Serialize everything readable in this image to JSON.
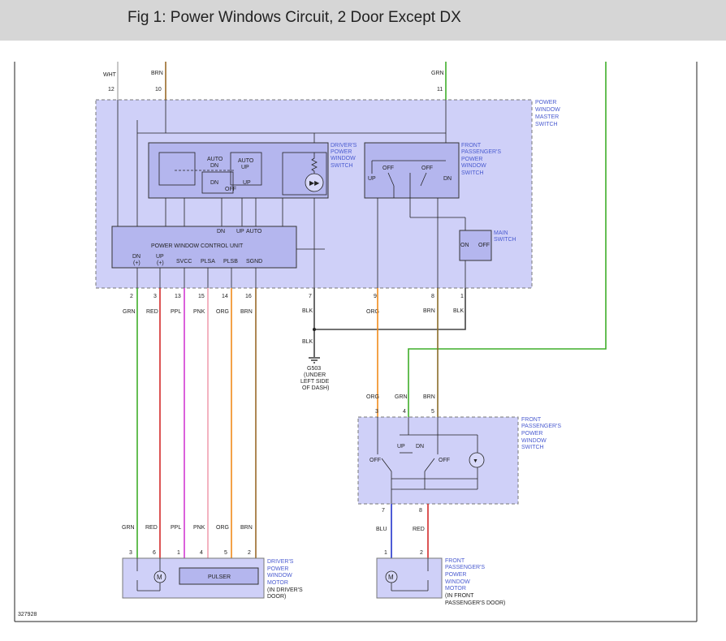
{
  "header": {
    "title": "Fig 1: Power Windows Circuit, 2 Door Except DX"
  },
  "diagram_id": "327928",
  "components": {
    "master_switch": {
      "l1": "POWER",
      "l2": "WINDOW",
      "l3": "MASTER",
      "l4": "SWITCH"
    },
    "driver_switch": {
      "l1": "DRIVER'S",
      "l2": "POWER",
      "l3": "WINDOW",
      "l4": "SWITCH"
    },
    "front_pass_switch_master": {
      "l1": "FRONT",
      "l2": "PASSENGER'S",
      "l3": "POWER",
      "l4": "WINDOW",
      "l5": "SWITCH"
    },
    "main_switch": {
      "l1": "MAIN",
      "l2": "SWITCH",
      "on": "ON",
      "off": "OFF"
    },
    "control_unit": {
      "title": "POWER WINDOW CONTROL UNIT"
    },
    "front_pass_switch": {
      "l1": "FRONT",
      "l2": "PASSENGER'S",
      "l3": "POWER",
      "l4": "WINDOW",
      "l5": "SWITCH"
    },
    "driver_motor": {
      "l1": "DRIVER'S",
      "l2": "POWER",
      "l3": "WINDOW",
      "l4": "MOTOR",
      "l5": "(IN DRIVER'S",
      "l6": "DOOR)",
      "pulser": "PULSER",
      "m": "M"
    },
    "front_pass_motor": {
      "l1": "FRONT",
      "l2": "PASSENGER'S",
      "l3": "POWER",
      "l4": "WINDOW",
      "l5": "MOTOR",
      "l6": "(IN FRONT",
      "l7": "PASSENGER'S DOOR)",
      "m": "M"
    },
    "ground": {
      "id": "G503",
      "l1": "(UNDER",
      "l2": "LEFT SIDE",
      "l3": "OF DASH)"
    }
  },
  "switch_labels": {
    "auto_dn_1": "AUTO",
    "auto_dn_2": "DN",
    "auto_up_1": "AUTO",
    "auto_up_2": "UP",
    "dn": "DN",
    "off": "OFF",
    "up": "UP",
    "fp_up": "UP",
    "fp_off_l": "OFF",
    "fp_off_r": "OFF",
    "fp_dn": "DN",
    "fps_up": "UP",
    "fps_dn": "DN",
    "fps_off_l": "OFF",
    "fps_off_r": "OFF"
  },
  "cu_labels": {
    "dn": "DN",
    "up": "UP",
    "auto": "AUTO",
    "dn_plus": "DN",
    "dn_plus2": "(+)",
    "up_plus": "UP",
    "up_plus2": "(+)",
    "svcc": "SVCC",
    "plsa": "PLSA",
    "plsb": "PLSB",
    "sgnd": "SGND"
  },
  "wires_top": [
    {
      "color": "WHT",
      "pin": "12"
    },
    {
      "color": "BRN",
      "pin": "10"
    },
    {
      "color": "GRN",
      "pin": "11"
    }
  ],
  "wires_master_bottom": [
    {
      "pin": "2",
      "color": "GRN"
    },
    {
      "pin": "3",
      "color": "RED"
    },
    {
      "pin": "13",
      "color": "PPL"
    },
    {
      "pin": "15",
      "color": "PNK"
    },
    {
      "pin": "14",
      "color": "ORG"
    },
    {
      "pin": "16",
      "color": "BRN"
    },
    {
      "pin": "7",
      "color": "BLK"
    },
    {
      "pin": "9",
      "color": "ORG"
    },
    {
      "pin": "8",
      "color": "BRN"
    },
    {
      "pin": "1",
      "color": "BLK"
    }
  ],
  "ground_wire": {
    "color": "BLK"
  },
  "fps_top_wires": [
    {
      "color": "ORG",
      "pin": "3"
    },
    {
      "color": "GRN",
      "pin": "4"
    },
    {
      "color": "BRN",
      "pin": "5"
    }
  ],
  "fps_bottom_wires": [
    {
      "pin": "7",
      "color": "BLU"
    },
    {
      "pin": "8",
      "color": "RED"
    }
  ],
  "driver_motor_wires": [
    {
      "color": "GRN",
      "pin": "3"
    },
    {
      "color": "RED",
      "pin": "6"
    },
    {
      "color": "PPL",
      "pin": "1"
    },
    {
      "color": "PNK",
      "pin": "4"
    },
    {
      "color": "ORG",
      "pin": "5"
    },
    {
      "color": "BRN",
      "pin": "2"
    }
  ],
  "fp_motor_pins": [
    "1",
    "2"
  ]
}
